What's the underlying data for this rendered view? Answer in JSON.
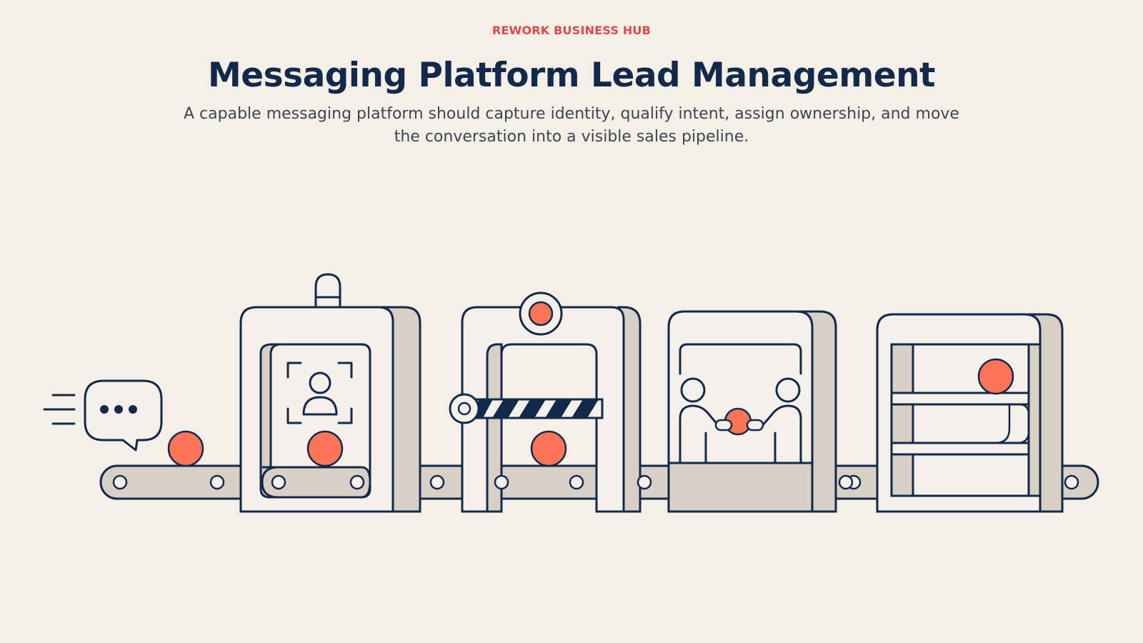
{
  "header": {
    "eyebrow": "REWORK BUSINESS HUB",
    "title": "Messaging Platform Lead Management",
    "subtitle": "A capable messaging platform should capture identity, qualify intent, assign ownership, and move the conversation into a visible sales pipeline."
  },
  "colors": {
    "background": "#f4f0e8",
    "eyebrow": "#e0474c",
    "title": "#13294b",
    "lead_dot": "#fd7456",
    "machine_fill": "#f5f1ea",
    "machine_shade": "#d8d0c6",
    "outline": "#13294b"
  },
  "diagram": {
    "stages": [
      {
        "icon": "chat-bubble-icon"
      },
      {
        "icon": "identity-scan-icon"
      },
      {
        "icon": "qualification-gate-icon"
      },
      {
        "icon": "handoff-icon"
      },
      {
        "icon": "pipeline-shelves-icon"
      }
    ]
  }
}
